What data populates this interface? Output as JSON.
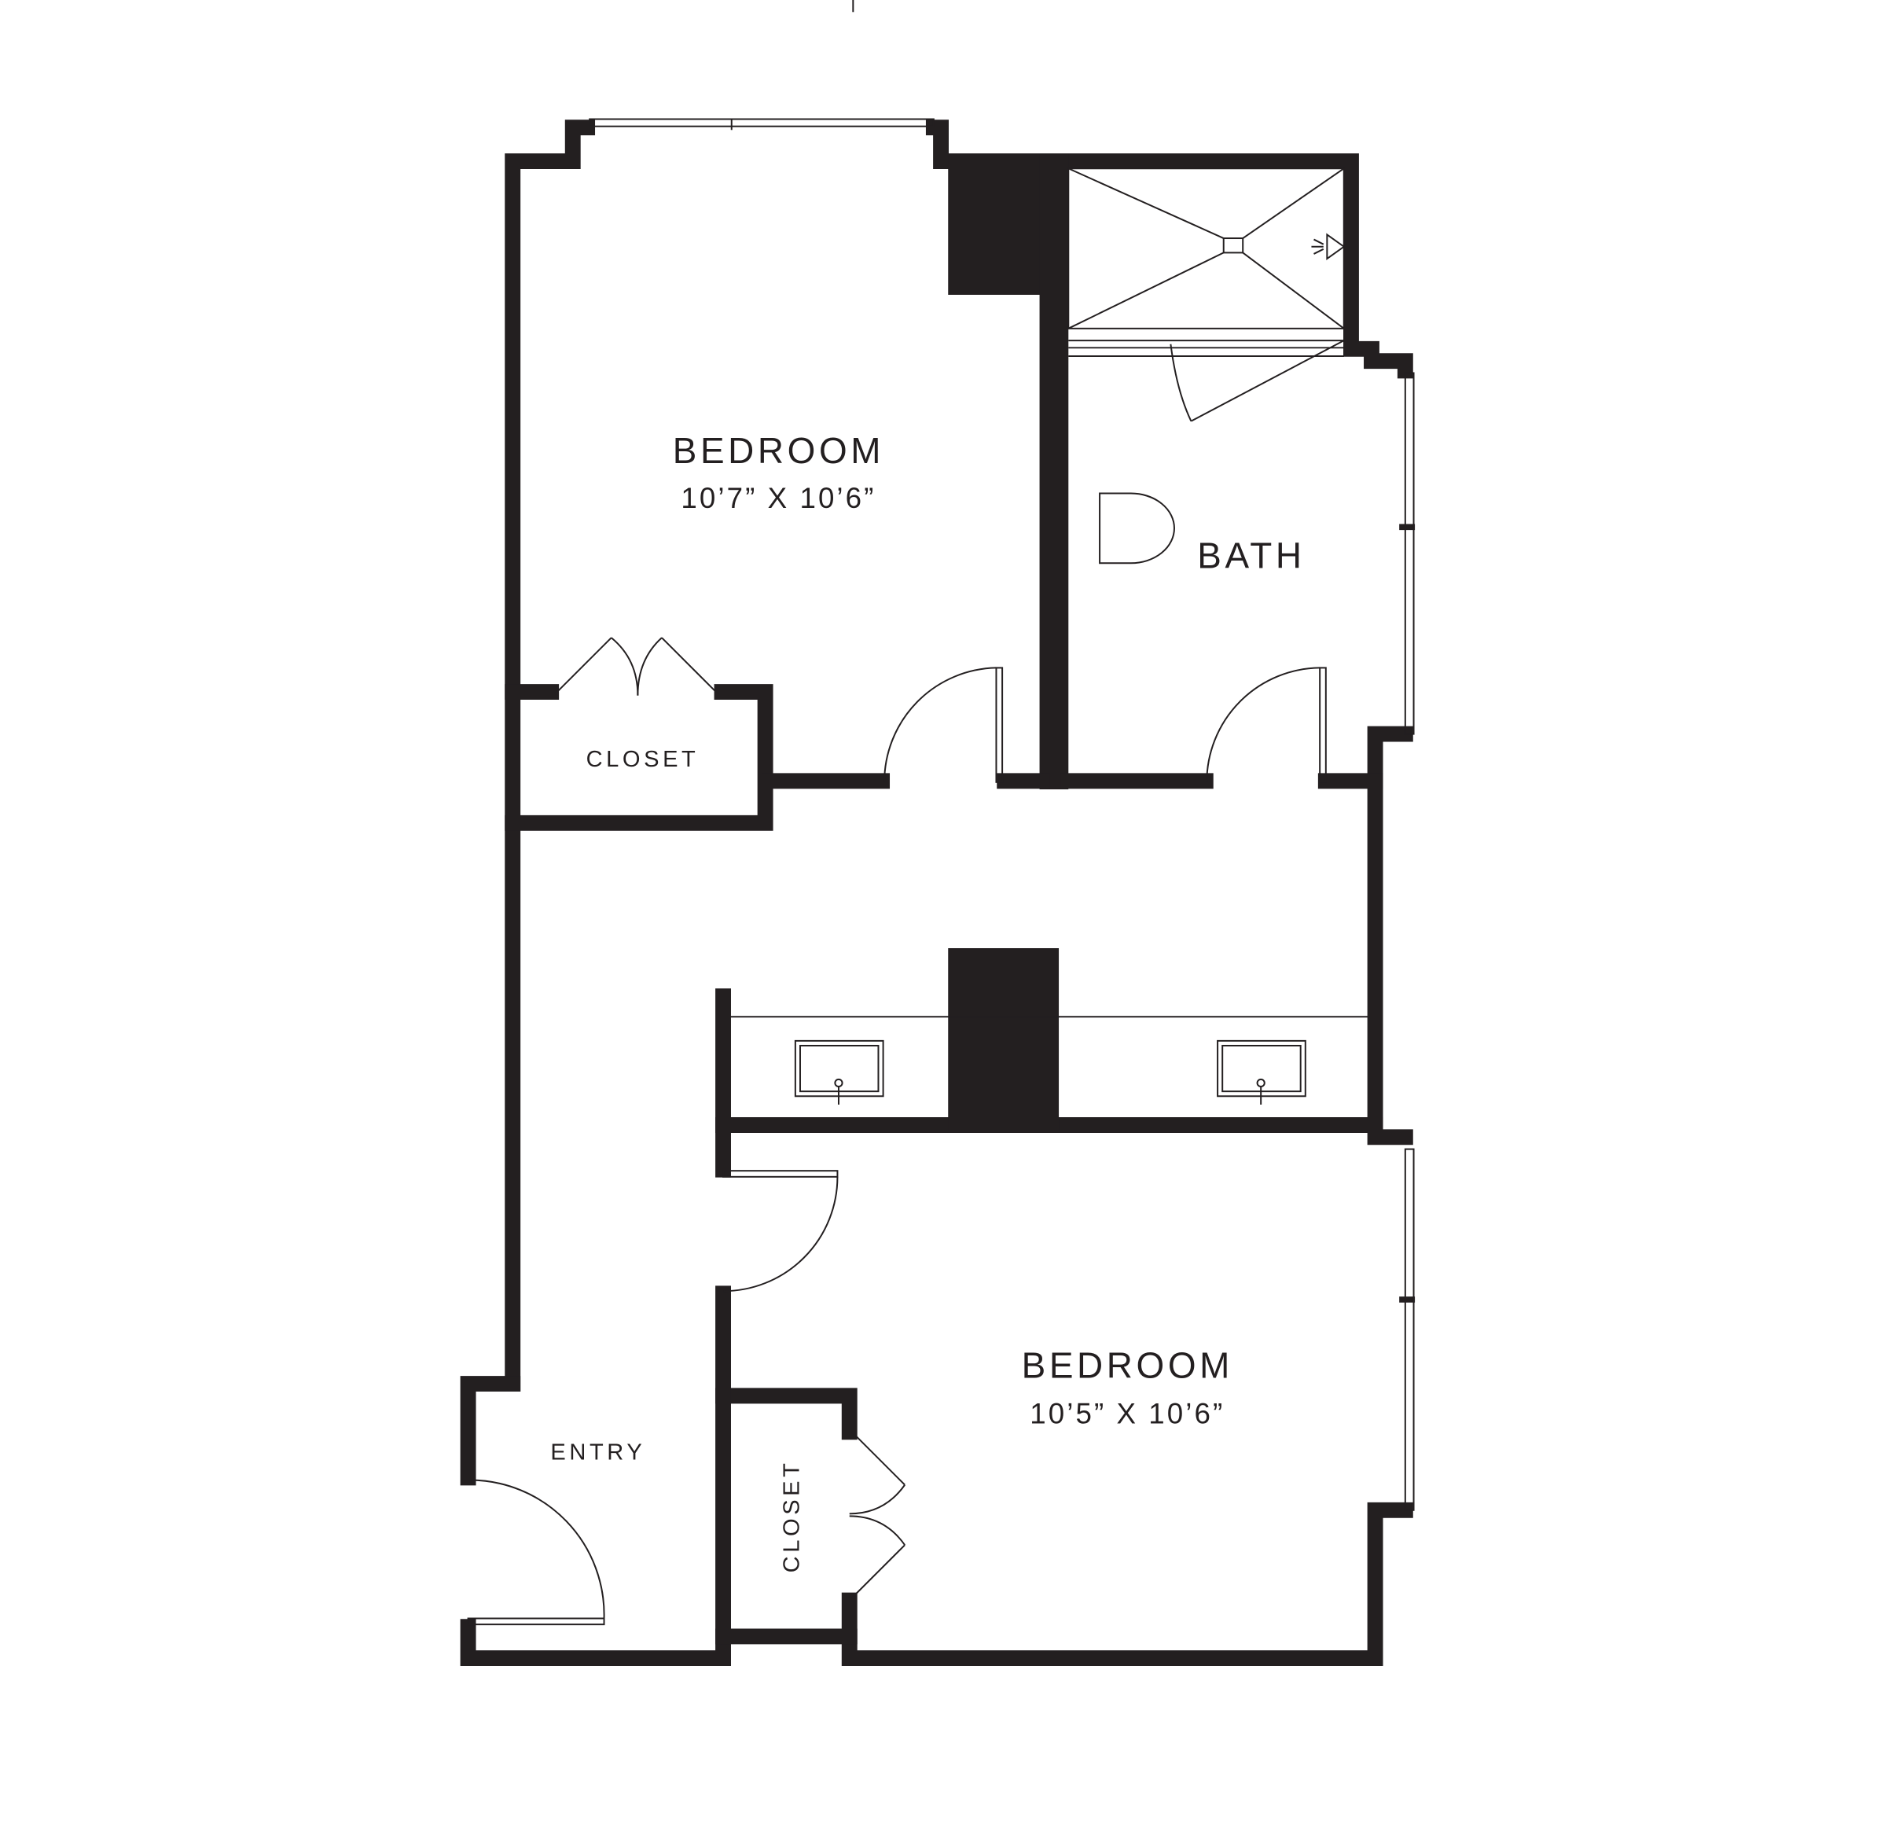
{
  "rooms": {
    "bedroom1": {
      "name": "BEDROOM",
      "dims": "10’7” X 10’6”"
    },
    "bath": {
      "name": "BATH"
    },
    "closet1": {
      "name": "CLOSET"
    },
    "bedroom2": {
      "name": "BEDROOM",
      "dims": "10’5” X 10’6”"
    },
    "closet2": {
      "name": "CLOSET"
    },
    "entry": {
      "name": "ENTRY"
    }
  },
  "colors": {
    "wall": "#231f20",
    "background": "#ffffff"
  }
}
